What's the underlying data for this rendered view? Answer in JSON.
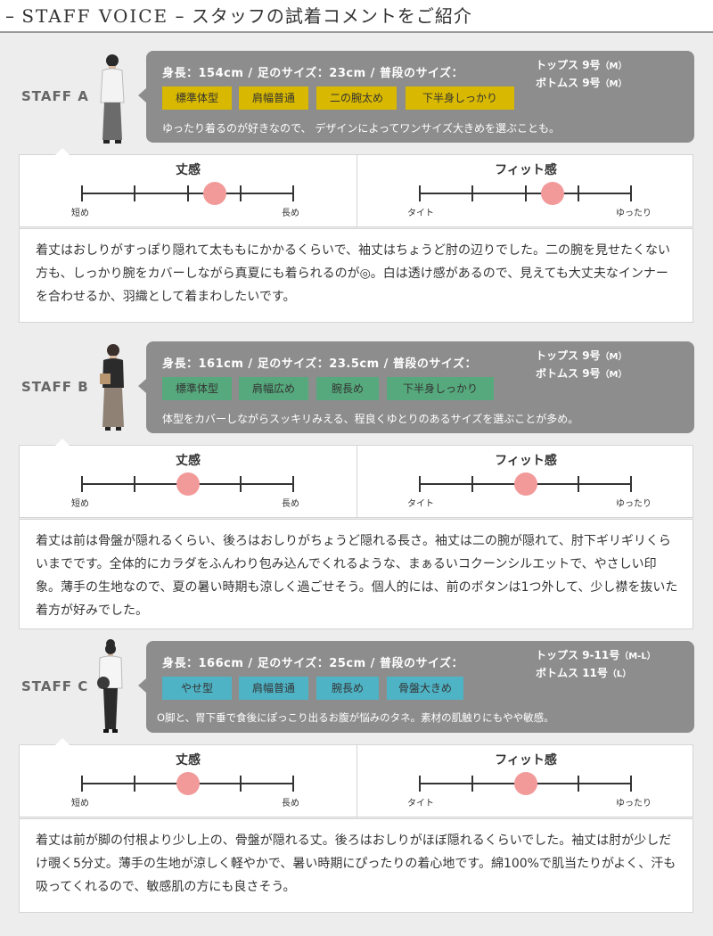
{
  "header": {
    "title_en": "STAFF VOICE",
    "title_dash": "–",
    "title_jp": "スタッフの試着コメントをご紹介"
  },
  "scale_labels": {
    "length_title": "丈感",
    "length_low": "短め",
    "length_high": "長め",
    "fit_title": "フィット感",
    "fit_low": "タイト",
    "fit_high": "ゆったり"
  },
  "colors": {
    "tag_yellow": "#d8b800",
    "tag_green": "#56a97c",
    "tag_cyan": "#4fb3c6",
    "marker": "#f29a9a",
    "info_bg": "#8d8d8d"
  },
  "staff": [
    {
      "label": "STAFF A",
      "stats": "身長：154cm / 足のサイズ：23cm / 普段のサイズ：",
      "tops_label": "トップス",
      "tops_size": "9号",
      "tops_code": "（M）",
      "bottoms_label": "ボトムス",
      "bottoms_size": "9号",
      "bottoms_code": "（M）",
      "tags": [
        "標準体型",
        "肩幅普通",
        "二の腕太め",
        "下半身しっかり"
      ],
      "tag_color": "yellow",
      "desc": "ゆったり着るのが好きなので、 デザインによってワンサイズ大きめを選ぶことも。",
      "length_rating": 0.625,
      "fit_rating": 0.625,
      "comment": "着丈はおしりがすっぽり隠れて太ももにかかるくらいで、袖丈はちょうど肘の辺りでした。二の腕を見せたくない方も、しっかり腕をカバーしながら真夏にも着られるのが◎。白は透け感があるので、見えても大丈夫なインナーを合わせるか、羽織として着まわしたいです。"
    },
    {
      "label": "STAFF B",
      "stats": "身長：161cm / 足のサイズ：23.5cm / 普段のサイズ：",
      "tops_label": "トップス",
      "tops_size": "9号",
      "tops_code": "（M）",
      "bottoms_label": "ボトムス",
      "bottoms_size": "9号",
      "bottoms_code": "（M）",
      "tags": [
        "標準体型",
        "肩幅広め",
        "腕長め",
        "下半身しっかり"
      ],
      "tag_color": "green",
      "desc": "体型をカバーしながらスッキリみえる、程良くゆとりのあるサイズを選ぶことが多め。",
      "length_rating": 0.5,
      "fit_rating": 0.5,
      "comment": "着丈は前は骨盤が隠れるくらい、後ろはおしりがちょうど隠れる長さ。袖丈は二の腕が隠れて、肘下ギリギリくらいまでです。全体的にカラダをふんわり包み込んでくれるような、まぁるいコクーンシルエットで、やさしい印象。薄手の生地なので、夏の暑い時期も涼しく過ごせそう。個人的には、前のボタンは1つ外して、少し襟を抜いた着方が好みでした。"
    },
    {
      "label": "STAFF C",
      "stats": "身長：166cm / 足のサイズ：25cm / 普段のサイズ：",
      "tops_label": "トップス",
      "tops_size": "9-11号",
      "tops_code": "（M-L）",
      "bottoms_label": "ボトムス",
      "bottoms_size": "11号",
      "bottoms_code": "（L）",
      "tags": [
        "やせ型",
        "肩幅普通",
        "腕長め",
        "骨盤大きめ"
      ],
      "tag_color": "cyan",
      "desc": "O脚と、胃下垂で食後にぽっこり出るお腹が悩みのタネ。素材の肌触りにもやや敏感。",
      "length_rating": 0.5,
      "fit_rating": 0.5,
      "comment": "着丈は前が脚の付根より少し上の、骨盤が隠れる丈。後ろはおしりがほぼ隠れるくらいでした。袖丈は肘が少しだけ覗く5分丈。薄手の生地が涼しく軽やかで、暑い時期にぴったりの着心地です。綿100%で肌当たりがよく、汗も吸ってくれるので、敏感肌の方にも良さそう。"
    }
  ]
}
